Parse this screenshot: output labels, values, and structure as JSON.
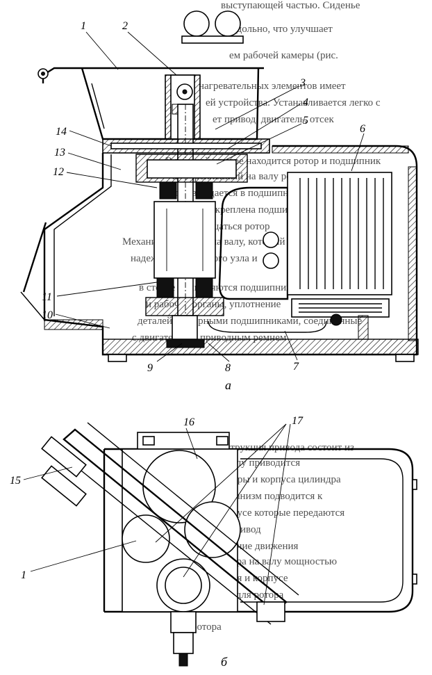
{
  "figure": {
    "subfig_a": "а",
    "subfig_b": "б",
    "labels_a": [
      "1",
      "2",
      "3",
      "4",
      "5",
      "6",
      "14",
      "13",
      "12",
      "11",
      "10",
      "9",
      "8",
      "7"
    ],
    "labels_b": [
      "16",
      "17",
      "15",
      "1"
    ]
  },
  "background_text": [
    "выступающей частью. Сиденье",
    "продольно, что улучшает",
    "ем рабочей камеры (рис.",
    "нагревательных элементов имеет",
    "ей устройства. Устанавливается легко с",
    "ет привод, двигатель, отсек",
    "В рабочей камере находится ротор и подшипник",
    "и закреплённый на валу ротора. Выпускной",
    "ротор вращается в подшипниках",
    "в корпусе закреплена подшипниковая",
    "может размещаться ротор",
    "Механизм с фрезой на валу, который",
    "надежности опорного узла и",
    "в стенке применяются подшипники качения",
    "и рабочие органы, уплотнение",
    "деталей с опорными подшипниками, соединенные",
    "с двигателем и приводным ремнем",
    "Конструкция привода состоит из",
    "шкив на валу приводится",
    "камеры и корпуса цилиндра",
    "Механизм подводится к",
    "корпусе которые передаются",
    "на привод",
    "рабочие движения",
    "ротора на валу мощностью",
    "вращения и корпусе",
    "деталей для ротора",
    "ротора"
  ]
}
